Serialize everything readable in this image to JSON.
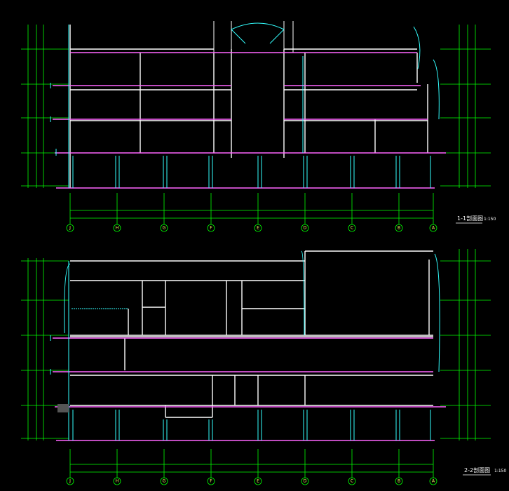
{
  "sections": [
    {
      "title": "1-1剖面图",
      "scale": "1:150"
    },
    {
      "title": "2-2剖面图",
      "scale": "1:150"
    }
  ],
  "axes": [
    "J",
    "H",
    "G",
    "F",
    "E",
    "D",
    "C",
    "B",
    "A"
  ],
  "colors": {
    "background": "#000000",
    "dimension": "#00ff00",
    "wall": "#ffffff",
    "slab": "#ff66ff",
    "column": "#33ffff",
    "axis_bubble": "#00ff00",
    "axis_text": "#ffff66"
  }
}
